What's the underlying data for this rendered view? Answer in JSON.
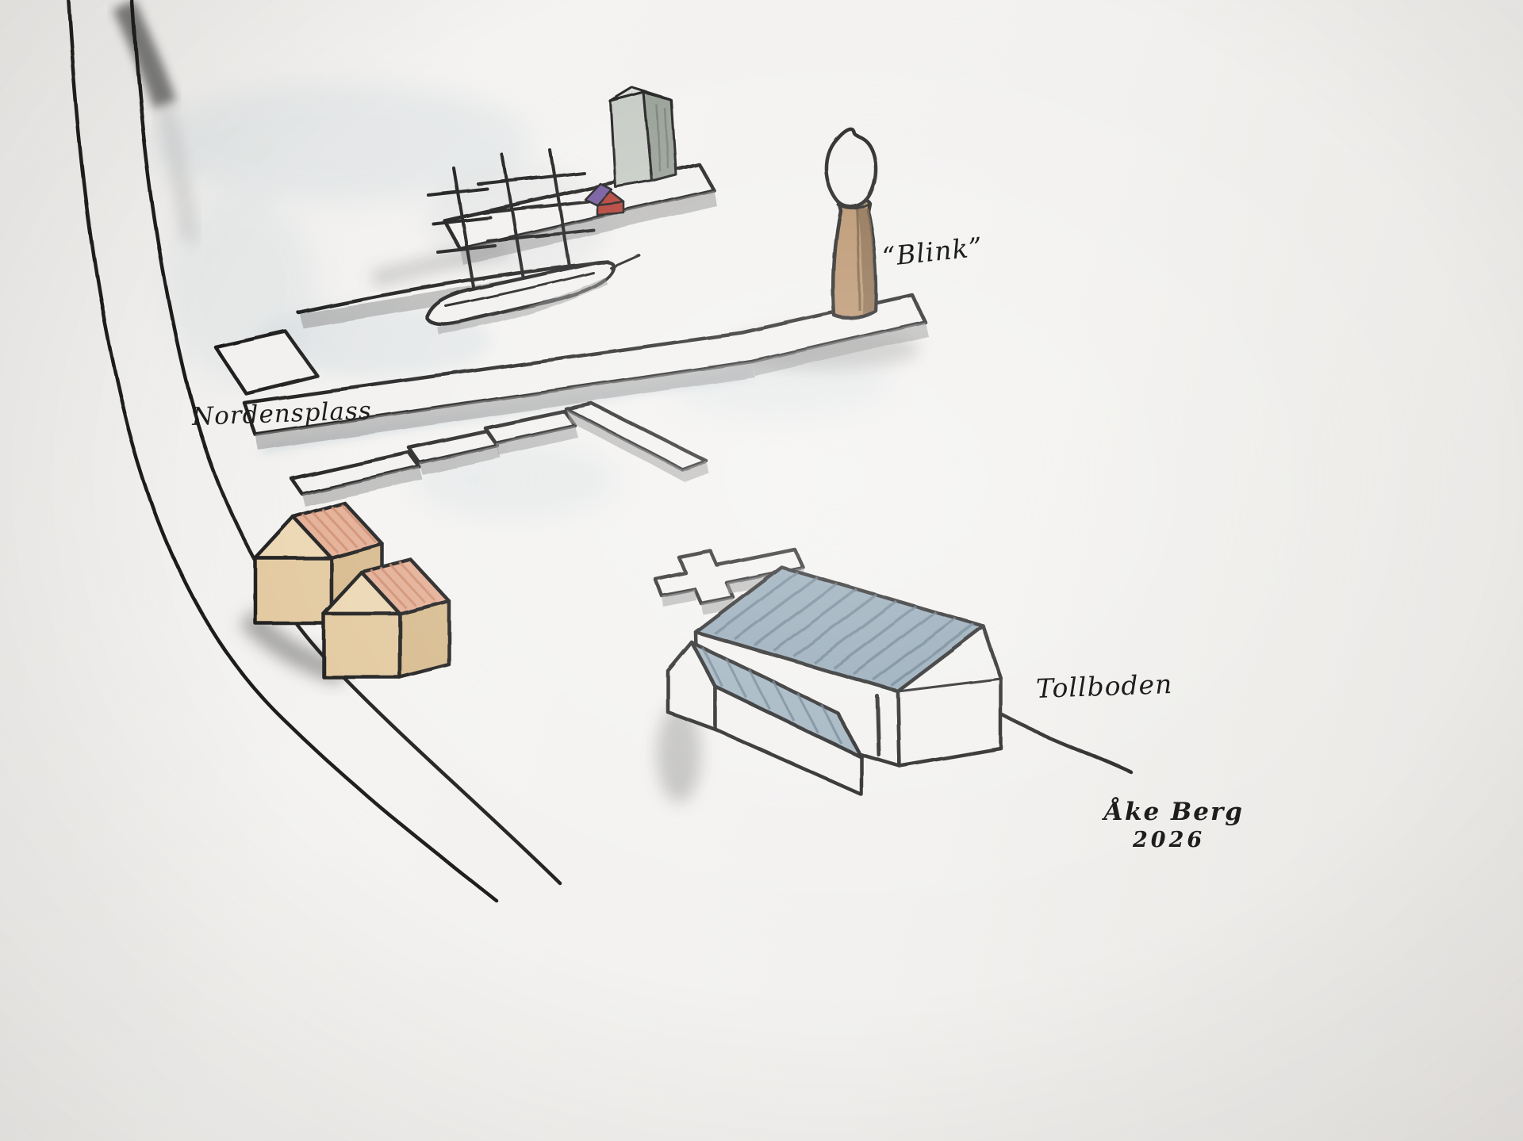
{
  "title": "Hand-drawn harbour sketch map",
  "labels": {
    "nordensplass": "Nordensplass",
    "blink": "“Blink”",
    "tollboden": "Tollboden"
  },
  "signature": {
    "artist": "Åke Berg",
    "year": "2026"
  },
  "colors": {
    "ink": "#1d1d1d",
    "paper": "#f2f1ef",
    "pencil": "#8f8f8f",
    "wash_blue": "#b9c8d2",
    "roof_pink": "#e4ad93",
    "roof_pink_line": "#cd8b6d",
    "gable_cream": "#ecd7b2",
    "wall_tan": "#e3c99f",
    "wall_tan_dark": "#d7ba8c",
    "roof_slate": "#8fa5b4",
    "roof_slate_line": "#5e7384",
    "blink_light": "#b78f66",
    "blink_dark": "#7c5d40",
    "obelisk_light": "#c6cbc4",
    "obelisk_dark": "#959e94",
    "house_red": "#b23a32",
    "roof_purple": "#6f549b"
  }
}
